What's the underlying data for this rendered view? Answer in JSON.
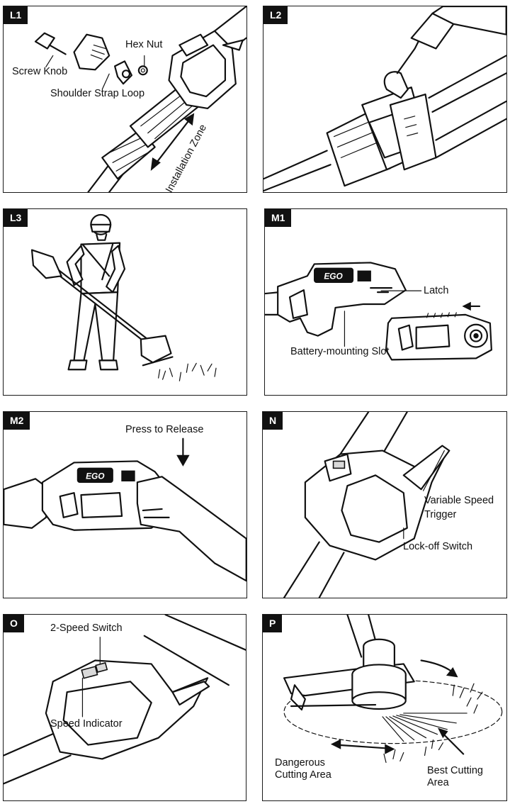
{
  "panels": [
    {
      "id": "L1",
      "labels": [
        "Screw Knob",
        "Shoulder Strap Loop",
        "Hex Nut",
        "Installation Zone"
      ]
    },
    {
      "id": "L2",
      "labels": []
    },
    {
      "id": "L3",
      "labels": []
    },
    {
      "id": "M1",
      "labels": [
        "Latch",
        "Battery-mounting Slot"
      ],
      "logo": "EGO"
    },
    {
      "id": "M2",
      "labels": [
        "Press to Release"
      ],
      "logo": "EGO"
    },
    {
      "id": "N",
      "labels": [
        "Variable Speed",
        "Trigger",
        "Lock-off Switch"
      ]
    },
    {
      "id": "O",
      "labels": [
        "2-Speed Switch",
        "Speed Indicator"
      ]
    },
    {
      "id": "P",
      "labels": [
        "Dangerous",
        "Cutting Area",
        "Best Cutting",
        "Area"
      ]
    }
  ]
}
